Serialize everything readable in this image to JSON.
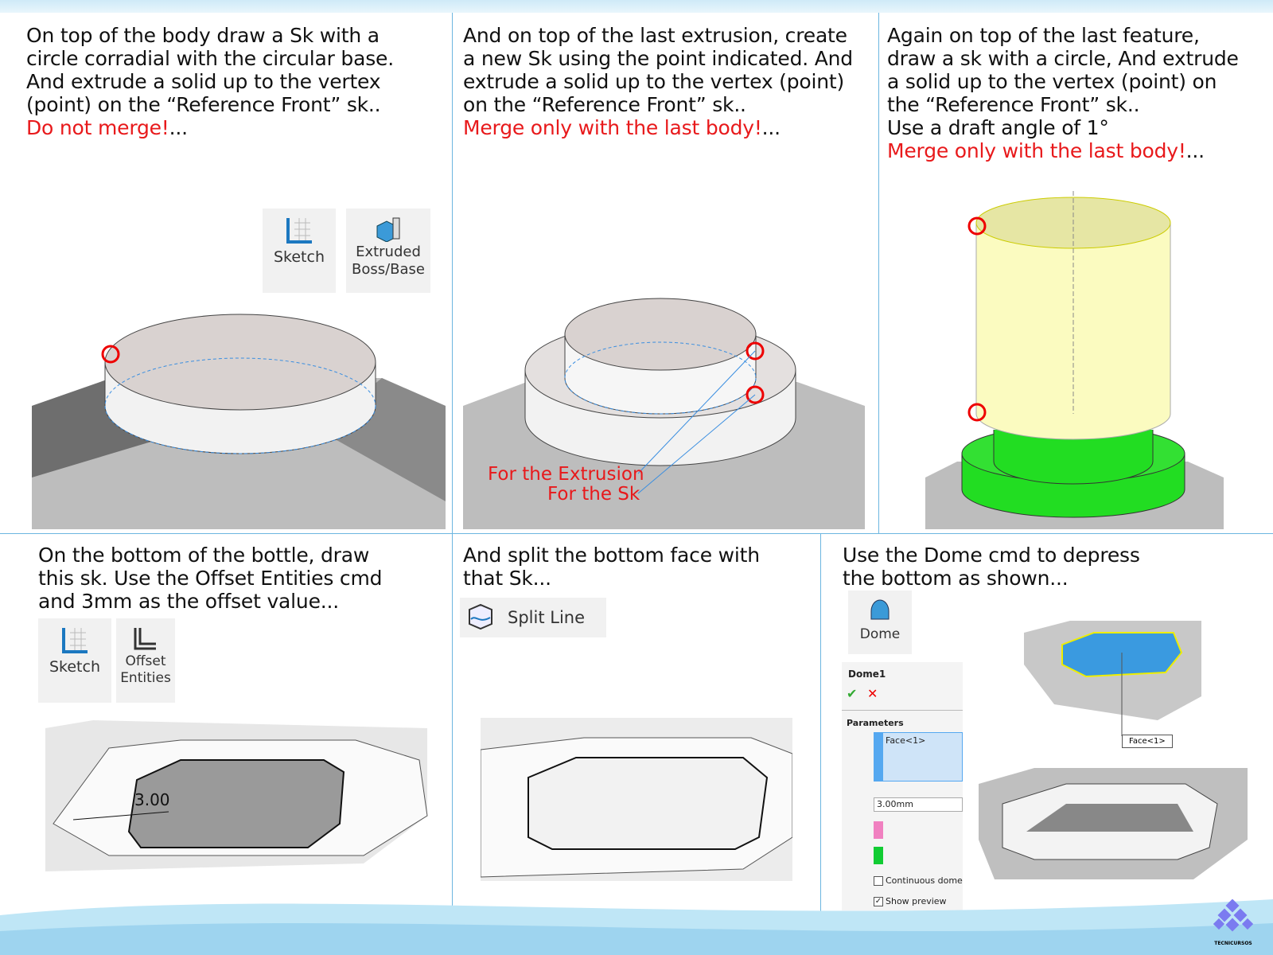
{
  "panels": {
    "p1": {
      "lines": [
        "On top of the body draw a Sk with a",
        "circle corradial with the circular base.",
        "And extrude a solid up to the vertex",
        "(point) on the “Reference Front” sk.."
      ],
      "red": "Do not merge!",
      "tail": "...",
      "tools": [
        {
          "label1": "Sketch",
          "icon": "sketch-icon"
        },
        {
          "label1": "Extruded",
          "label2": "Boss/Base",
          "icon": "extruded-boss-icon"
        }
      ]
    },
    "p2": {
      "lines": [
        "And on top of the last extrusion, create",
        "a new Sk using the point indicated. And",
        "extrude a solid up to the vertex (point)",
        "on the “Reference Front” sk.."
      ],
      "red": "Merge only with the last body!",
      "tail": "...",
      "annot1": "For the Extrusion",
      "annot2": "For the Sk"
    },
    "p3": {
      "lines": [
        "Again on top of the last feature,",
        "draw a sk with a circle, And extrude",
        "a solid up to the vertex (point) on",
        "the “Reference Front” sk..",
        "Use a draft angle of 1°"
      ],
      "red": "Merge only with the last body!",
      "tail": "..."
    },
    "p4": {
      "lines": [
        "On the bottom of the bottle, draw",
        "this sk. Use the Offset Entities cmd",
        "and 3mm as the offset value..."
      ],
      "tools": [
        {
          "label1": "Sketch"
        },
        {
          "label1": "Offset",
          "label2": "Entities"
        }
      ],
      "dimension": "3.00"
    },
    "p5": {
      "lines": [
        "And split the bottom face with",
        "that Sk..."
      ],
      "tool": "Split Line"
    },
    "p6": {
      "lines": [
        "Use the Dome cmd to depress",
        "the bottom as shown..."
      ],
      "tool": "Dome",
      "callout": "Face<1>",
      "property_manager": {
        "title": "Dome1",
        "section": "Parameters",
        "face": "Face<1>",
        "distance": "3.00mm",
        "continuous": "Continuous dome",
        "continuous_checked": false,
        "preview": "Show preview",
        "preview_checked": true
      }
    }
  },
  "logo": "TECNICURSOS",
  "colors": {
    "accent": "#6cb6e0",
    "red": "#e8191b",
    "green": "#22dd22",
    "yellow": "#fbfbc0"
  }
}
